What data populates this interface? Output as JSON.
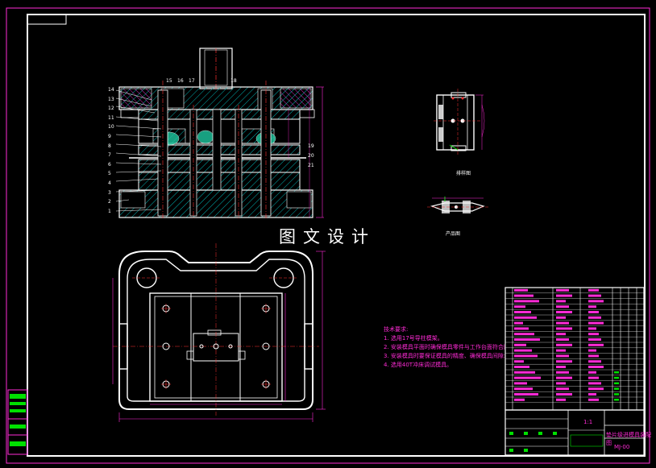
{
  "watermark": "图文设计",
  "part_numbers_left": [
    "14",
    "13",
    "12",
    "11",
    "10",
    "9",
    "8",
    "7",
    "6",
    "5",
    "4",
    "3",
    "2",
    "1"
  ],
  "part_numbers_top": [
    "15",
    "16",
    "17",
    "18"
  ],
  "part_numbers_right": [
    "19",
    "20",
    "21"
  ],
  "views": {
    "layout_view_label": "排样图",
    "product_view_label": "产品图"
  },
  "tech_requirements": {
    "heading": "技术要求:",
    "items": [
      "1. 选用17号导柱模架。",
      "2. 安装模具平面时确保模具零件与工作台面符合图纸。",
      "3. 安装模具时要保证模具的精度、确保模具间隙均匀。",
      "4. 选用40T冲床调试模具。"
    ]
  },
  "title_block": {
    "title": "垫片级进模具装配图",
    "drawing_number": "MJ-00",
    "scale_text": "1:1"
  },
  "colors": {
    "background": "#000000",
    "outline": "#ffffff",
    "frame": "#ff2bd6",
    "hatch": "#00d7d7",
    "dimension": "#ff2bd6",
    "spring": "#1ec8a0",
    "center": "#ff3030",
    "green": "#00e000"
  }
}
